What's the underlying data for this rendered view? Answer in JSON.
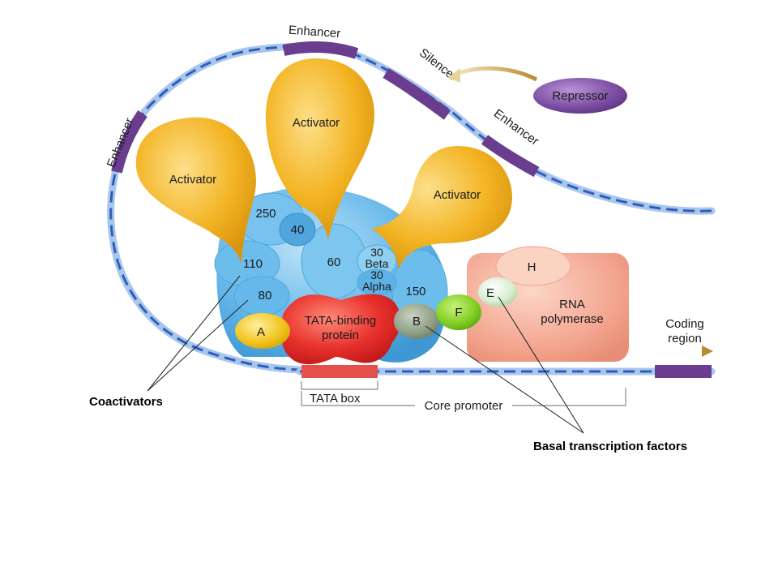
{
  "dna_labels": {
    "enhancer_top": "Enhancer",
    "enhancer_left": "Enhancer",
    "enhancer_right": "Enhancer",
    "silencer": "Silencer",
    "repressor": "Repressor",
    "tata_box": "TATA box",
    "core_promoter": "Core promoter",
    "coding_region_line1": "Coding",
    "coding_region_line2": "region"
  },
  "activators": {
    "left": "Activator",
    "center": "Activator",
    "right": "Activator"
  },
  "coactivators": {
    "c250": "250",
    "c40": "40",
    "c110": "110",
    "c60": "60",
    "c80": "80",
    "c30beta_line1": "30",
    "c30beta_line2": "Beta",
    "c30alpha_line1": "30",
    "c30alpha_line2": "Alpha",
    "c150": "150"
  },
  "factors": {
    "a": "A",
    "b": "B",
    "f": "F",
    "e": "E",
    "h": "H",
    "tbp_line1": "TATA-binding",
    "tbp_line2": "protein",
    "rnap_line1": "RNA",
    "rnap_line2": "polymerase"
  },
  "callouts": {
    "coactivators": "Coactivators",
    "basal": "Basal transcription factors"
  },
  "colors": {
    "dna_blue": "#2f5fb5",
    "dna_light": "#a9c6ee",
    "enhancer_purple": "#6b3d8f",
    "activator_yellow": "#f2b31c",
    "coactivator_blue": "#5cb3e6",
    "tbp_red": "#e52b2b",
    "rnap_salmon": "#f3a48c",
    "repressor_purple": "#7a4ba0",
    "factor_a": "#f0c21a",
    "factor_b": "#8f9f86",
    "factor_f": "#7fcc1f",
    "factor_e": "#d7edd0"
  }
}
